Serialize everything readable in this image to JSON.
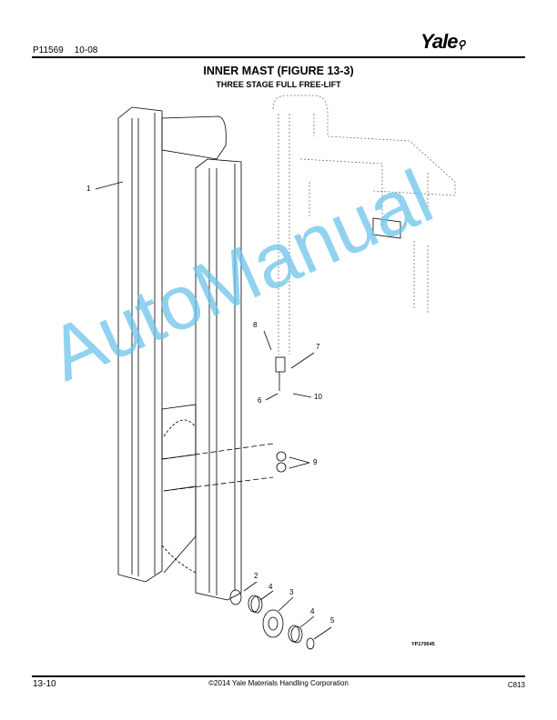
{
  "header": {
    "doc_number": "P11569",
    "date": "10-08",
    "logo": "Yale"
  },
  "title": "INNER MAST (FIGURE 13-3)",
  "subtitle": "THREE STAGE FULL FREE-LIFT",
  "callouts": [
    "1",
    "8",
    "7",
    "6",
    "10",
    "9",
    "2",
    "4",
    "3",
    "4",
    "5"
  ],
  "figure_id": "YP170645",
  "watermark": "AutoManual",
  "footer": {
    "page": "13-10",
    "copyright": "©2014 Yale Materials Handling Corporation",
    "code": "C813"
  }
}
